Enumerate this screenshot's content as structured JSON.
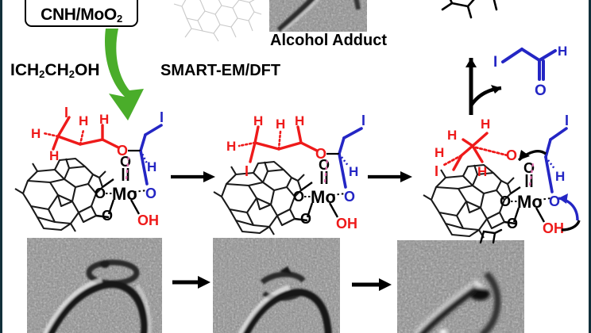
{
  "figure": {
    "type": "reaction-scheme-graphical-abstract",
    "background_color": "#ffffff",
    "border_color": "#12303a"
  },
  "catalyst_box": {
    "label": "CNH/MoO",
    "label_sub": "2",
    "icon": "carbon-nanohorn-squiggle"
  },
  "labels": {
    "reagent": "ICH",
    "reagent_sub1": "2",
    "reagent_mid": "CH",
    "reagent_sub2": "2",
    "reagent_end": "OH",
    "method": "SMART-EM/DFT",
    "alcohol_adduct": "Alcohol Adduct"
  },
  "colors": {
    "red": "#ee1a1a",
    "blue": "#2426c4",
    "green": "#4aad2a",
    "black": "#000000",
    "pink_dashed": "#e070b0",
    "cage_gray": "#cccccc"
  },
  "product": {
    "name": "iodoacetaldehyde",
    "atoms": [
      "I",
      "O",
      "H"
    ],
    "color": "#2426c4"
  },
  "structures": [
    {
      "id": "intermediate-1",
      "metal": "Mo",
      "ligands": [
        "O",
        "O",
        "O",
        "OH"
      ],
      "red_fragment_atoms": [
        "I",
        "H",
        "H",
        "H",
        "H",
        "O"
      ],
      "blue_fragment_atoms": [
        "I",
        "H",
        "O"
      ],
      "hydroxyl": "OH"
    },
    {
      "id": "intermediate-2",
      "metal": "Mo",
      "ligands": [
        "O",
        "O",
        "O",
        "OH"
      ],
      "red_fragment_atoms": [
        "H",
        "H",
        "H",
        "H",
        "I",
        "O"
      ],
      "blue_fragment_atoms": [
        "I",
        "H",
        "O"
      ],
      "hydroxyl": "OH"
    },
    {
      "id": "intermediate-3",
      "metal": "Mo",
      "ligands": [
        "O",
        "O",
        "O",
        "OH"
      ],
      "red_fragment_atoms": [
        "H",
        "H",
        "H",
        "H",
        "I",
        "O"
      ],
      "blue_fragment_atoms": [
        "I",
        "H",
        "O"
      ],
      "hydroxyl": "OH",
      "has_curved_mechanism_arrows": true
    }
  ],
  "tem_images": [
    {
      "id": "tem-alcohol-adduct",
      "caption": "Alcohol Adduct"
    },
    {
      "id": "tem-frame-1",
      "caption": ""
    },
    {
      "id": "tem-frame-2",
      "caption": ""
    },
    {
      "id": "tem-frame-3",
      "caption": ""
    }
  ],
  "arrows": {
    "green_curved": "catalyst-to-intermediate",
    "scheme_arrow_1": "→",
    "scheme_arrow_2": "→",
    "tem_arrow_1": "→",
    "tem_arrow_2": "→",
    "product_arrow": "product-release"
  }
}
